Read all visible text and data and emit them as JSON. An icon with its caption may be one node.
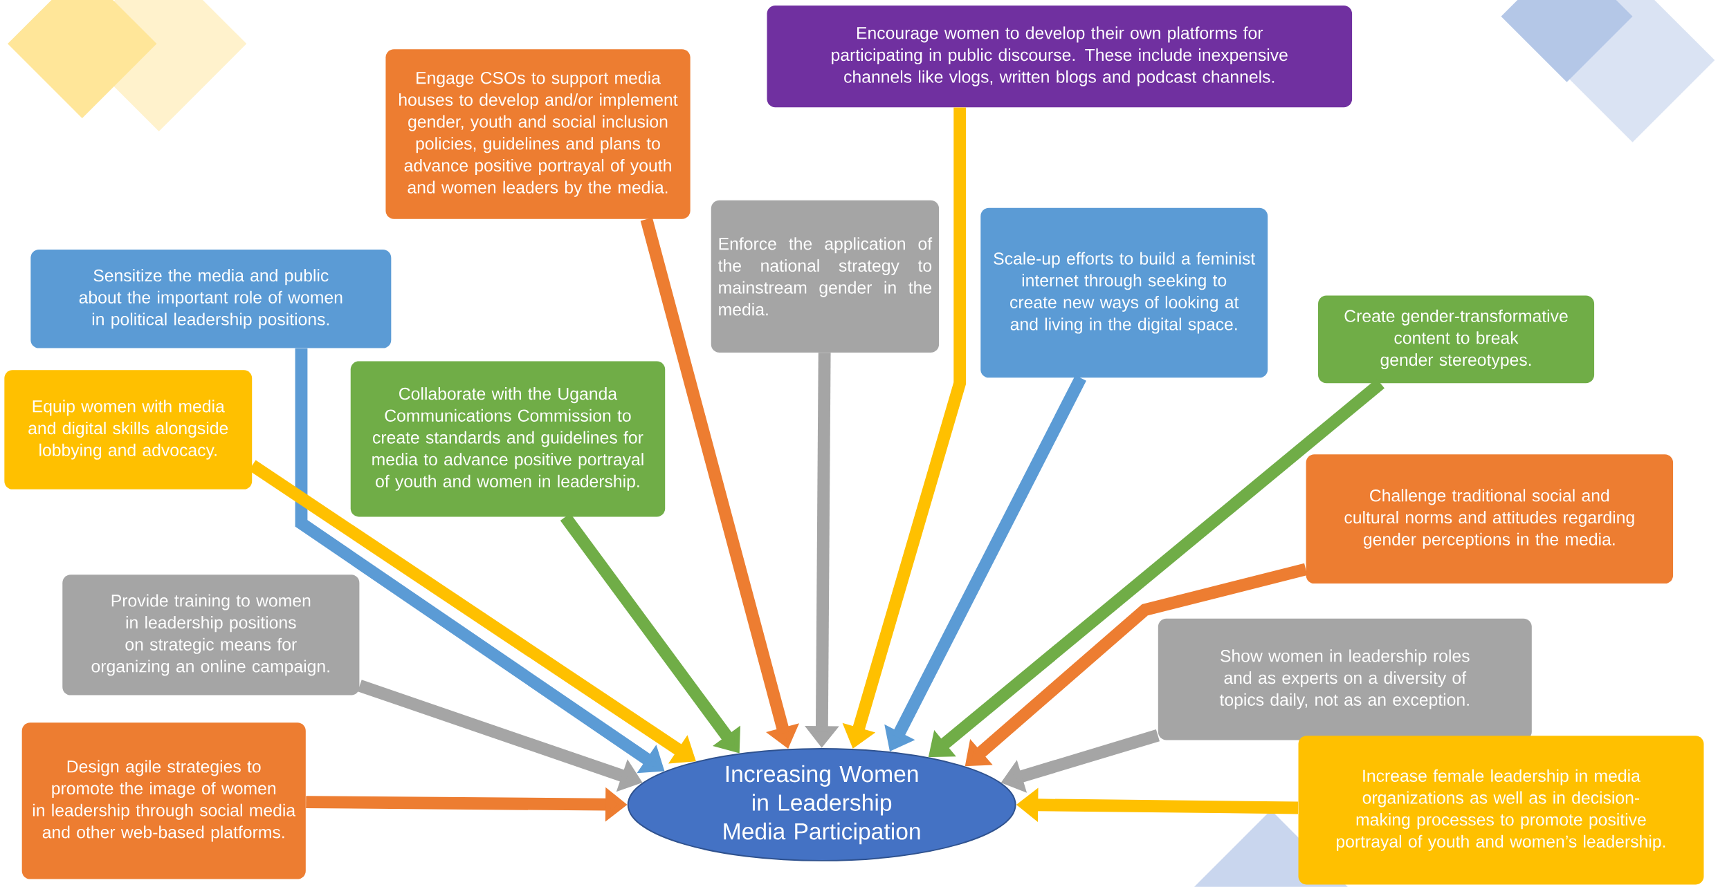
{
  "diagram": {
    "nodes": [
      {
        "text": [
          "Increasing Women in Leadership Media Participation"
        ]
      },
      {
        "text": [
          "Encourage women to develop their own platforms for participating in public discourse. These include inexpensive channels like vlogs, written blogs and podcast channels."
        ]
      },
      {
        "text": [
          "Engage CSOs to support media houses to develop and/or implement gender, youth and social inclusion policies, guidelines and plans to advance positive portrayal of youth and women leaders by the media."
        ]
      },
      {
        "text": [
          "Enforce the application of the national strategy to mainstream gender in the media."
        ]
      },
      {
        "text": [
          "Scale-up efforts to build a feminist internet through seeking to create new ways of looking at and living in the digital space."
        ]
      },
      {
        "text": [
          "Sensitize the media and public about the important role of women in political leadership positions."
        ]
      },
      {
        "text": [
          "Create gender-transformative content to break gender stereotypes."
        ]
      },
      {
        "text": [
          "Equip women with media and digital skills alongside lobbying and advocacy."
        ]
      },
      {
        "text": [
          "Collaborate with the Uganda Communications Commission to create standards and guidelines for media to advance positive portrayal of youth and women in leadership."
        ]
      },
      {
        "text": [
          "Challenge traditional social and cultural norms and attitudes regarding gender perceptions in the media."
        ]
      },
      {
        "text": [
          "Provide training to women in leadership positions on strategic means for organizing an online campaign."
        ]
      },
      {
        "text": [
          "Show women in leadership roles and as experts on a diversity of topics daily, not as an exception."
        ]
      },
      {
        "text": [
          "Design agile strategies to promote the image of women in leadership through social media and other web-based platforms."
        ]
      },
      {
        "text": [
          "Increase female leadership in media organizations as well as in decision-making processes to promote positive portrayal of youth and women’s leadership."
        ]
      }
    ],
    "edges": [
      {
        "from": 1,
        "to": 0,
        "arrow": "to",
        "color": "#ffc000"
      },
      {
        "from": 2,
        "to": 0,
        "arrow": "to",
        "color": "#ed7d31"
      },
      {
        "from": 3,
        "to": 0,
        "arrow": "to",
        "color": "#a5a5a5"
      },
      {
        "from": 4,
        "to": 0,
        "arrow": "to",
        "color": "#5b9bd5"
      },
      {
        "from": 5,
        "to": 0,
        "arrow": "to",
        "color": "#5b9bd5"
      },
      {
        "from": 6,
        "to": 0,
        "arrow": "to",
        "color": "#70ad47"
      },
      {
        "from": 7,
        "to": 0,
        "arrow": "to",
        "color": "#ffc000"
      },
      {
        "from": 8,
        "to": 0,
        "arrow": "to",
        "color": "#70ad47"
      },
      {
        "from": 9,
        "to": 0,
        "arrow": "to",
        "color": "#ed7d31"
      },
      {
        "from": 10,
        "to": 0,
        "arrow": "to",
        "color": "#a5a5a5"
      },
      {
        "from": 11,
        "to": 0,
        "arrow": "to",
        "color": "#a5a5a5"
      },
      {
        "from": 12,
        "to": 0,
        "arrow": "to",
        "color": "#ed7d31"
      },
      {
        "from": 13,
        "to": 0,
        "arrow": "to",
        "color": "#ffc000"
      }
    ]
  }
}
